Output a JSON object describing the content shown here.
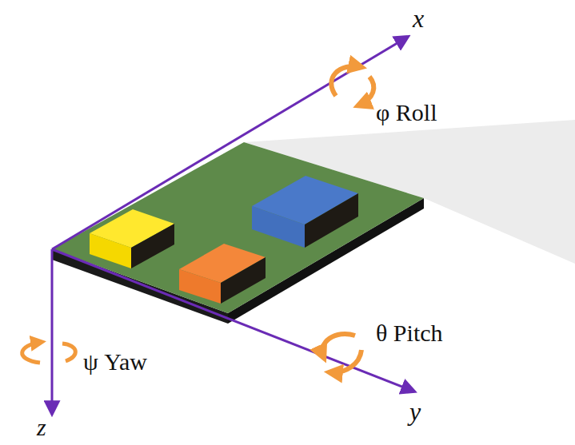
{
  "diagram": {
    "labels": [
      "x",
      "φ Roll",
      "θ Pitch",
      "y",
      "ψ Yaw",
      "z"
    ]
  }
}
